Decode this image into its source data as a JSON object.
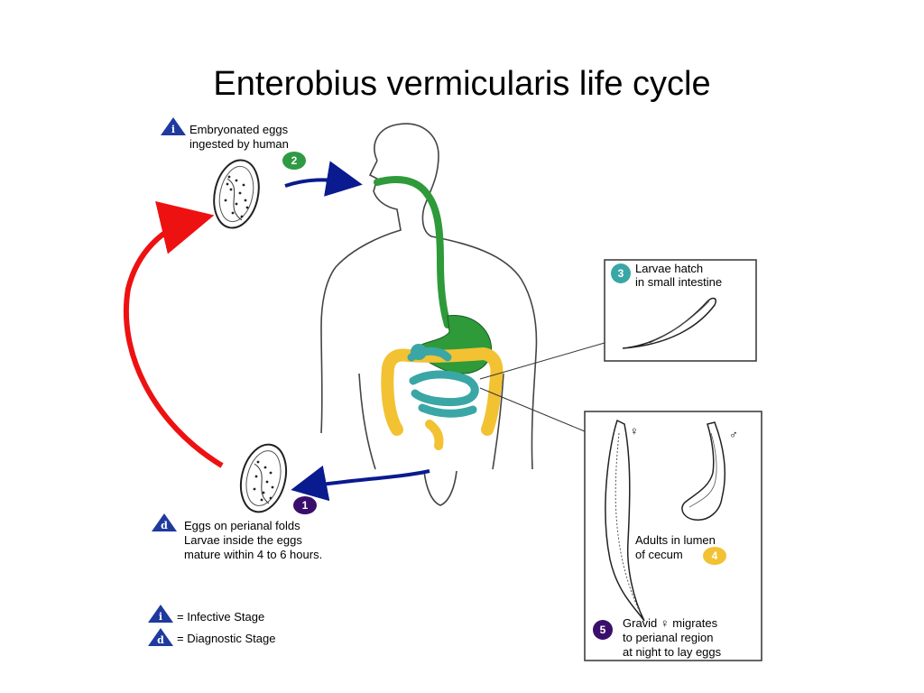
{
  "title": "Enterobius vermicularis life cycle",
  "stages": {
    "s1": {
      "num": "1",
      "color": "#3a0f6b"
    },
    "s2": {
      "num": "2",
      "color": "#2f9a44"
    },
    "s3": {
      "num": "3",
      "color": "#3aa6a6",
      "line1": "Larvae hatch",
      "line2": "in small intestine"
    },
    "s4": {
      "num": "4",
      "color": "#f2c233",
      "line1": "Adults in lumen",
      "line2": "of cecum"
    },
    "s5": {
      "num": "5",
      "color": "#3a0f6b",
      "line1": "Gravid ♀ migrates",
      "line2": "to perianal region",
      "line3": "at night to lay eggs"
    }
  },
  "top_note": {
    "marker": "i",
    "line1": "Embryonated eggs",
    "line2": "ingested by human"
  },
  "bottom_note": {
    "marker": "d",
    "line1": "Eggs on perianal folds",
    "line2": "Larvae inside the eggs",
    "line3": "mature within 4 to 6 hours."
  },
  "adults": {
    "female": "♀",
    "male": "♂"
  },
  "legend": [
    {
      "marker": "i",
      "text": "= Infective Stage"
    },
    {
      "marker": "d",
      "text": "= Diagnostic Stage"
    }
  ],
  "colors": {
    "arrow_blue": "#0a1a8f",
    "arrow_red": "#ee1111",
    "gi_green": "#2e9a3a",
    "gi_teal": "#3aa6a6",
    "gi_yellow": "#f2c233",
    "marker_blue": "#1f3a9e"
  }
}
